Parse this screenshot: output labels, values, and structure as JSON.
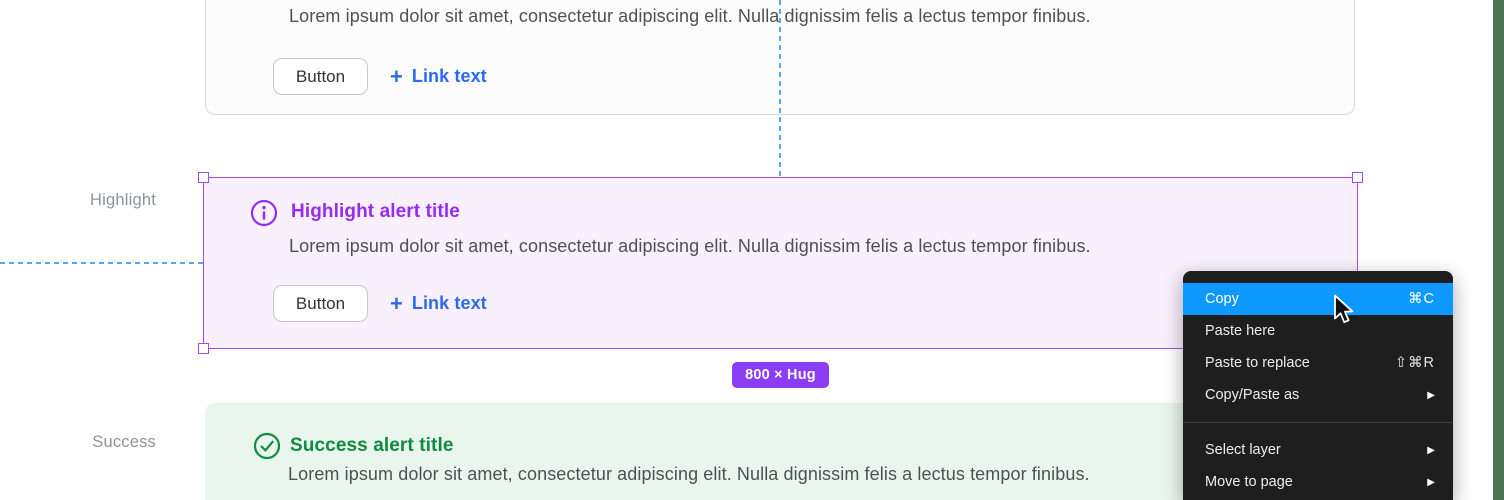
{
  "shared": {
    "body_text": "Lorem ipsum dolor sit amet, consectetur adipiscing elit. Nulla dignissim felis a lectus tempor finibus.",
    "button_label": "Button",
    "plus_icon": "+",
    "link_label": "Link text"
  },
  "labels": {
    "highlight": "Highlight",
    "success": "Success"
  },
  "alerts": {
    "highlight": {
      "title": "Highlight alert title",
      "title_color": "#9A2AF0",
      "bg": "#F8F0FD",
      "icon": "info-circle"
    },
    "success": {
      "title": "Success alert title",
      "title_color": "#0F8A3E",
      "bg": "#E9F6EE",
      "icon": "check-circle"
    }
  },
  "selection": {
    "size_badge": "800 × Hug",
    "border_color": "#9D4EF2",
    "badge_bg": "#8B3DF5",
    "guide_color": "#4FA9F8"
  },
  "context_menu": {
    "bg": "#1E1E1E",
    "highlight_color": "#0D99FF",
    "submenu_arrow": "▶",
    "items": [
      {
        "label": "Copy",
        "shortcut": "⌘C"
      },
      {
        "label": "Paste here",
        "shortcut": ""
      },
      {
        "label": "Paste to replace",
        "shortcut": "⇧⌘R"
      },
      {
        "label": "Copy/Paste as",
        "submenu": true
      },
      {
        "label": "Select layer",
        "submenu": true
      },
      {
        "label": "Move to page",
        "submenu": true
      }
    ]
  },
  "page": {
    "green_strip_color": "#4C7556"
  }
}
